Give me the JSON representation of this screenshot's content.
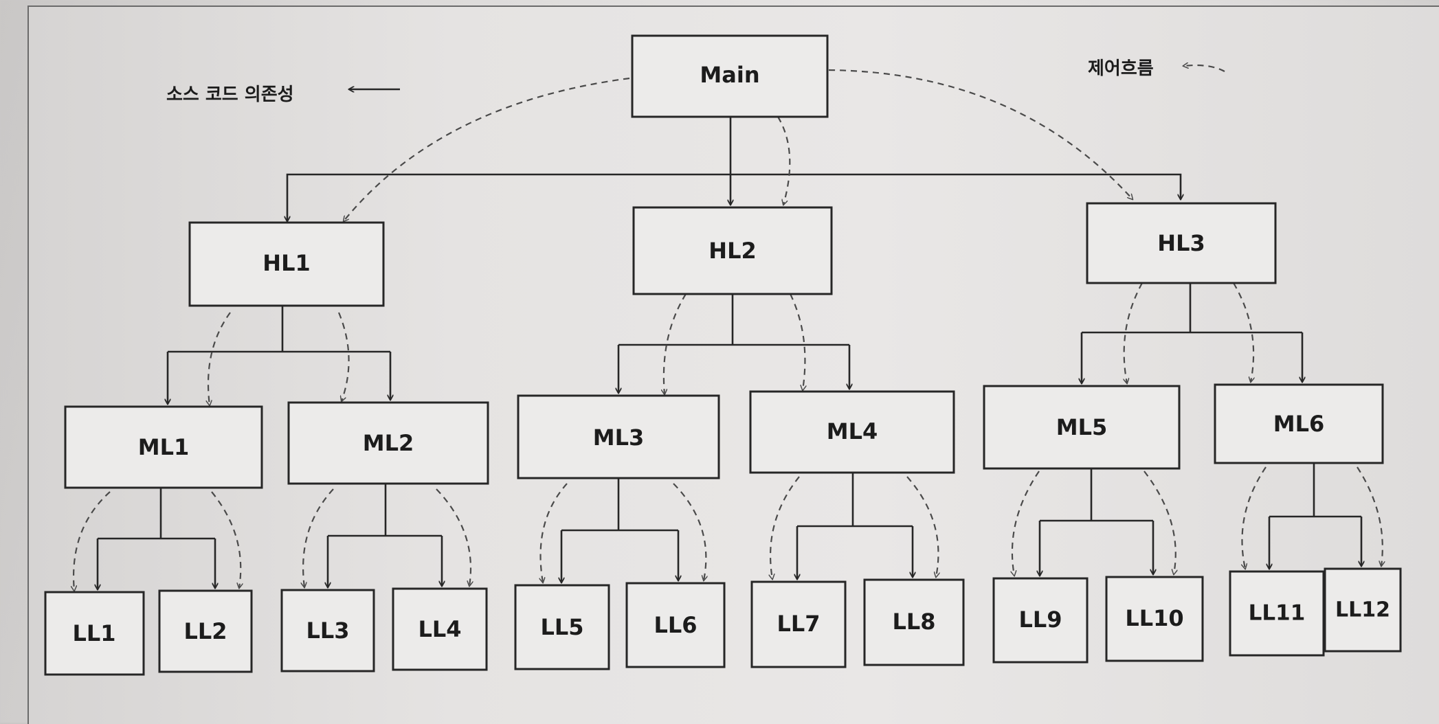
{
  "legend": {
    "dependency_label": "소스 코드 의존성",
    "flow_label": "제어흐름"
  },
  "nodes": {
    "main": "Main",
    "hl1": "HL1",
    "hl2": "HL2",
    "hl3": "HL3",
    "ml1": "ML1",
    "ml2": "ML2",
    "ml3": "ML3",
    "ml4": "ML4",
    "ml5": "ML5",
    "ml6": "ML6",
    "ll1": "LL1",
    "ll2": "LL2",
    "ll3": "LL3",
    "ll4": "LL4",
    "ll5": "LL5",
    "ll6": "LL6",
    "ll7": "LL7",
    "ll8": "LL8",
    "ll9": "LL9",
    "ll10": "LL10",
    "ll11": "LL11",
    "ll12": "LL12"
  }
}
